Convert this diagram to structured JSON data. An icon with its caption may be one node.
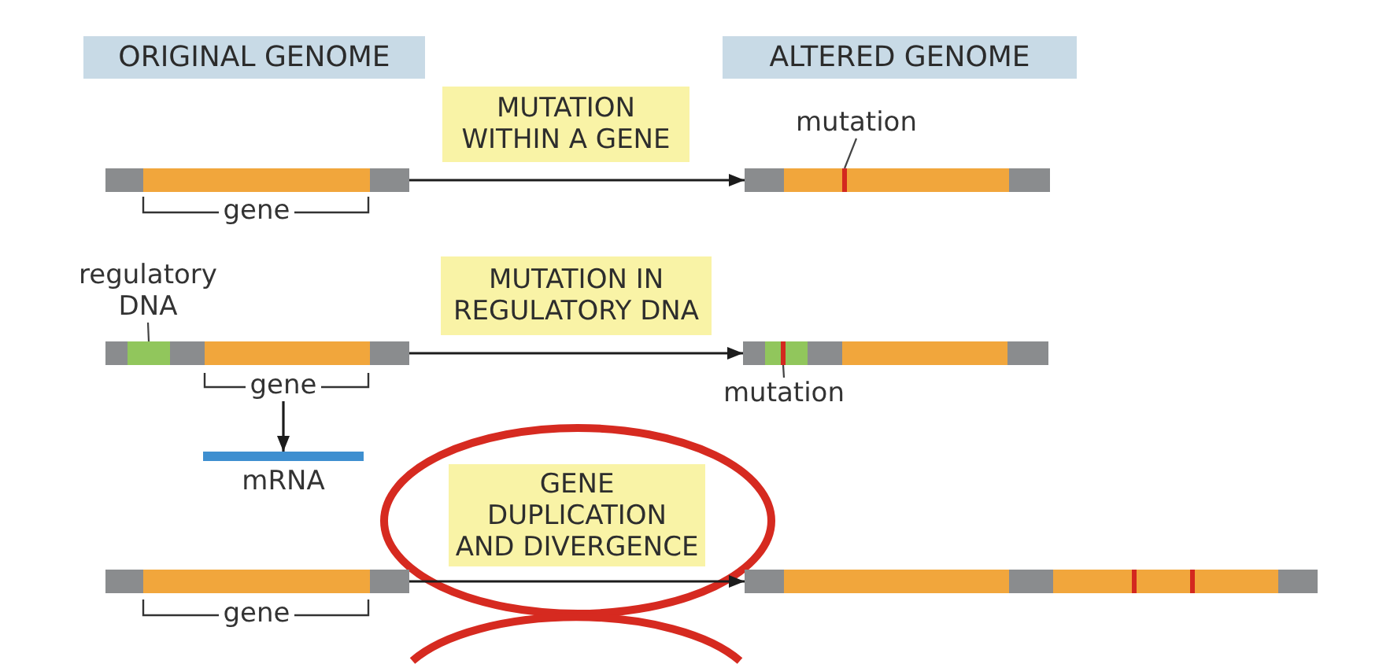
{
  "diagram": {
    "nodes": [
      {
        "text": [
          "ORIGINAL GENOME"
        ]
      },
      {
        "text": [
          "ALTERED GENOME"
        ]
      },
      {
        "text": [
          "mutation"
        ]
      },
      {
        "text": [],
        "shape": "bar",
        "beside": [
          "gene"
        ]
      },
      {
        "text": [],
        "shape": "bar"
      },
      {
        "text": [],
        "shape": "bar",
        "in": 4
      },
      {
        "text": [
          "regulatory DNA"
        ]
      },
      {
        "text": [],
        "shape": "bar"
      },
      {
        "text": [],
        "shape": "bar",
        "in": 7
      },
      {
        "text": [],
        "shape": "bar"
      },
      {
        "text": [],
        "shape": "bar",
        "in": 9
      },
      {
        "text": [
          "mutation"
        ]
      },
      {
        "text": [
          "gene"
        ]
      },
      {
        "text": [
          "mRNA"
        ]
      },
      {
        "text": [],
        "shape": "bar",
        "beside": [
          "gene"
        ]
      },
      {
        "text": [],
        "shape": "bar"
      }
    ],
    "edges": [
      {
        "from": 3,
        "to": 4,
        "arrow": "to",
        "label": "MUTATION WITHIN A GENE"
      },
      {
        "from": 2,
        "to": 5,
        "arrow": "none"
      },
      {
        "from": 6,
        "to": 8,
        "arrow": "none"
      },
      {
        "from": 7,
        "to": 9,
        "arrow": "to",
        "label": "MUTATION IN REGULATORY DNA"
      },
      {
        "from": 11,
        "to": 10,
        "arrow": "none"
      },
      {
        "from": 12,
        "to": 13,
        "arrow": "to"
      },
      {
        "from": 14,
        "to": 15,
        "arrow": "to",
        "label": "GENE DUPLICATION AND DIVERGENCE"
      }
    ]
  }
}
